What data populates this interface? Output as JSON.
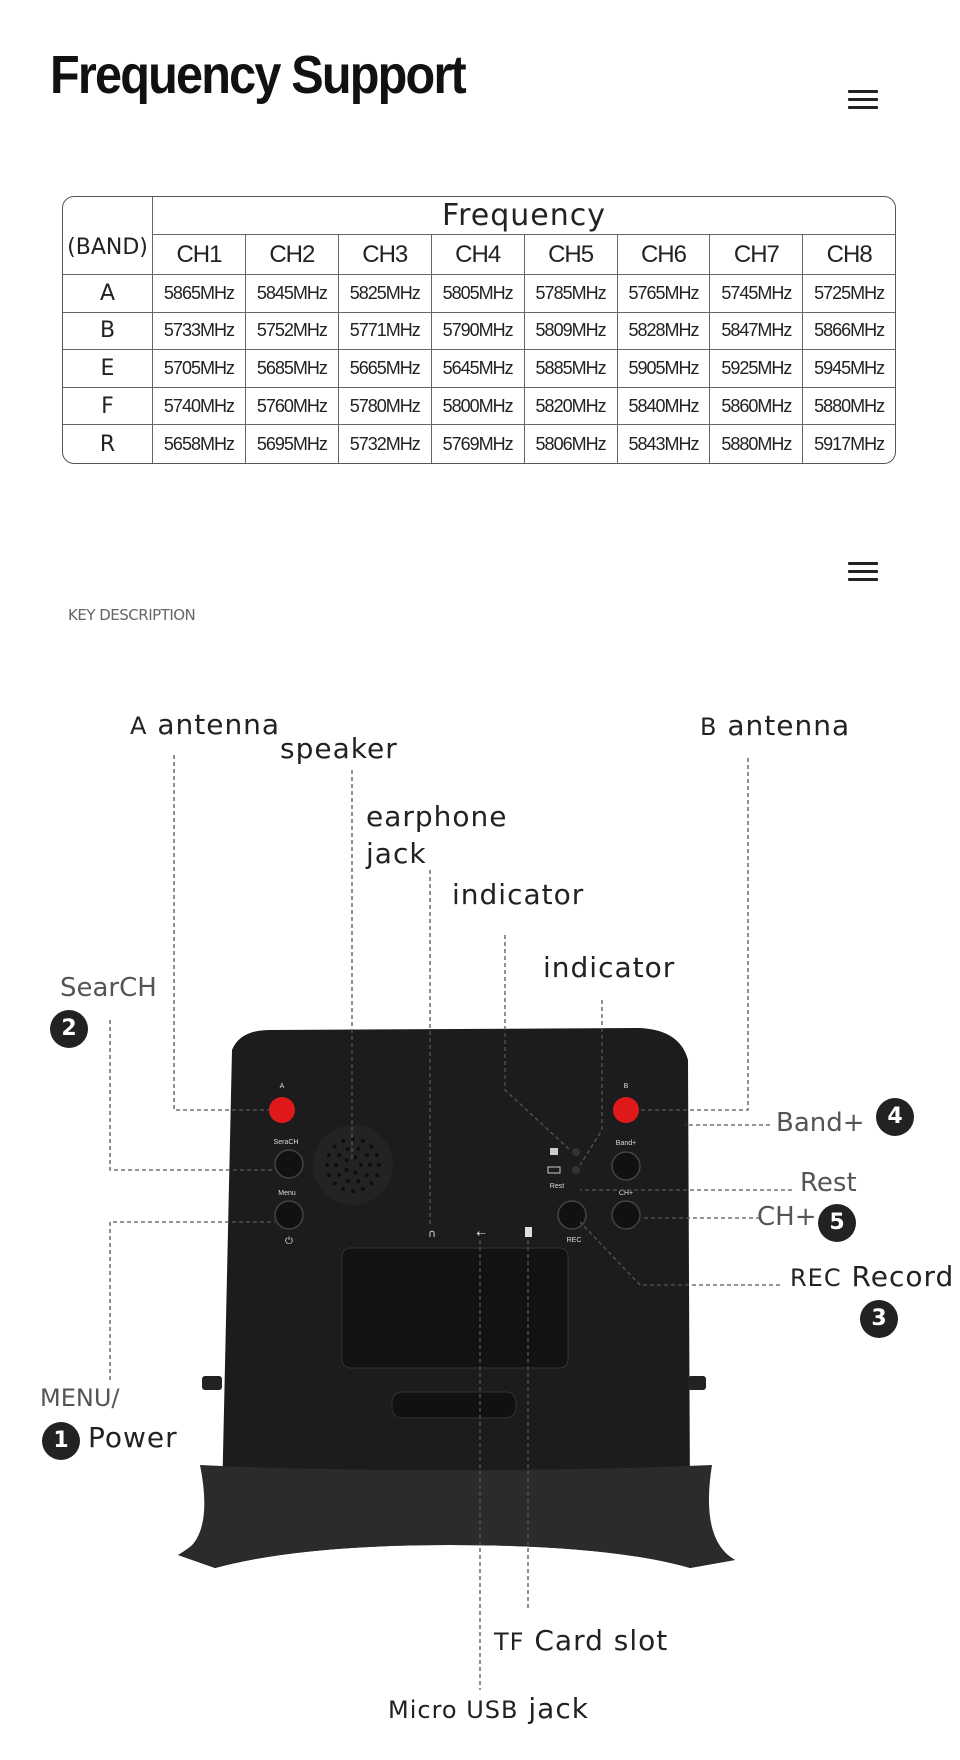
{
  "title": "Frequency Support",
  "menu_icon": "hamburger-icon",
  "table": {
    "group_header": "Frequency",
    "band_header": "(BAND)",
    "channels": [
      "CH1",
      "CH2",
      "CH3",
      "CH4",
      "CH5",
      "CH6",
      "CH7",
      "CH8"
    ],
    "rows": [
      {
        "band": "A",
        "values": [
          "5865MHz",
          "5845MHz",
          "5825MHz",
          "5805MHz",
          "5785MHz",
          "5765MHz",
          "5745MHz",
          "5725MHz"
        ]
      },
      {
        "band": "B",
        "values": [
          "5733MHz",
          "5752MHz",
          "5771MHz",
          "5790MHz",
          "5809MHz",
          "5828MHz",
          "5847MHz",
          "5866MHz"
        ]
      },
      {
        "band": "E",
        "values": [
          "5705MHz",
          "5685MHz",
          "5665MHz",
          "5645MHz",
          "5885MHz",
          "5905MHz",
          "5925MHz",
          "5945MHz"
        ]
      },
      {
        "band": "F",
        "values": [
          "5740MHz",
          "5760MHz",
          "5780MHz",
          "5800MHz",
          "5820MHz",
          "5840MHz",
          "5860MHz",
          "5880MHz"
        ]
      },
      {
        "band": "R",
        "values": [
          "5658MHz",
          "5695MHz",
          "5732MHz",
          "5769MHz",
          "5806MHz",
          "5843MHz",
          "5880MHz",
          "5917MHz"
        ]
      }
    ]
  },
  "key_description": "KEY DESCRIPTION",
  "labels": {
    "a_antenna_prefix": "A",
    "a_antenna": "antenna",
    "speaker": "speaker",
    "earphone": "earphone",
    "jack": "jack",
    "indicator1": "indicator",
    "indicator2": "indicator",
    "b_antenna_prefix": "B",
    "b_antenna": "antenna",
    "search": "SearCH",
    "search_num": "2",
    "band_plus": "Band+",
    "band_num": "4",
    "rest": "Rest",
    "ch_plus": "CH+",
    "ch_num": "5",
    "rec_prefix": "REC",
    "record": "Record",
    "rec_num": "3",
    "menu": "MENU/",
    "power_num": "1",
    "power": "Power",
    "tf_prefix": "TF",
    "card_slot": "Card slot",
    "usb_prefix": "Micro USB",
    "usb_jack": "jack"
  },
  "device": {
    "btn_a": "A",
    "btn_b": "B",
    "search": "SeraCH",
    "menu": "Menu",
    "band": "Band+",
    "rest": "Rest",
    "ch": "CH+",
    "rec": "REC"
  },
  "colors": {
    "antenna_button": "#e01a1a",
    "device_body": "#1c1c1e"
  }
}
